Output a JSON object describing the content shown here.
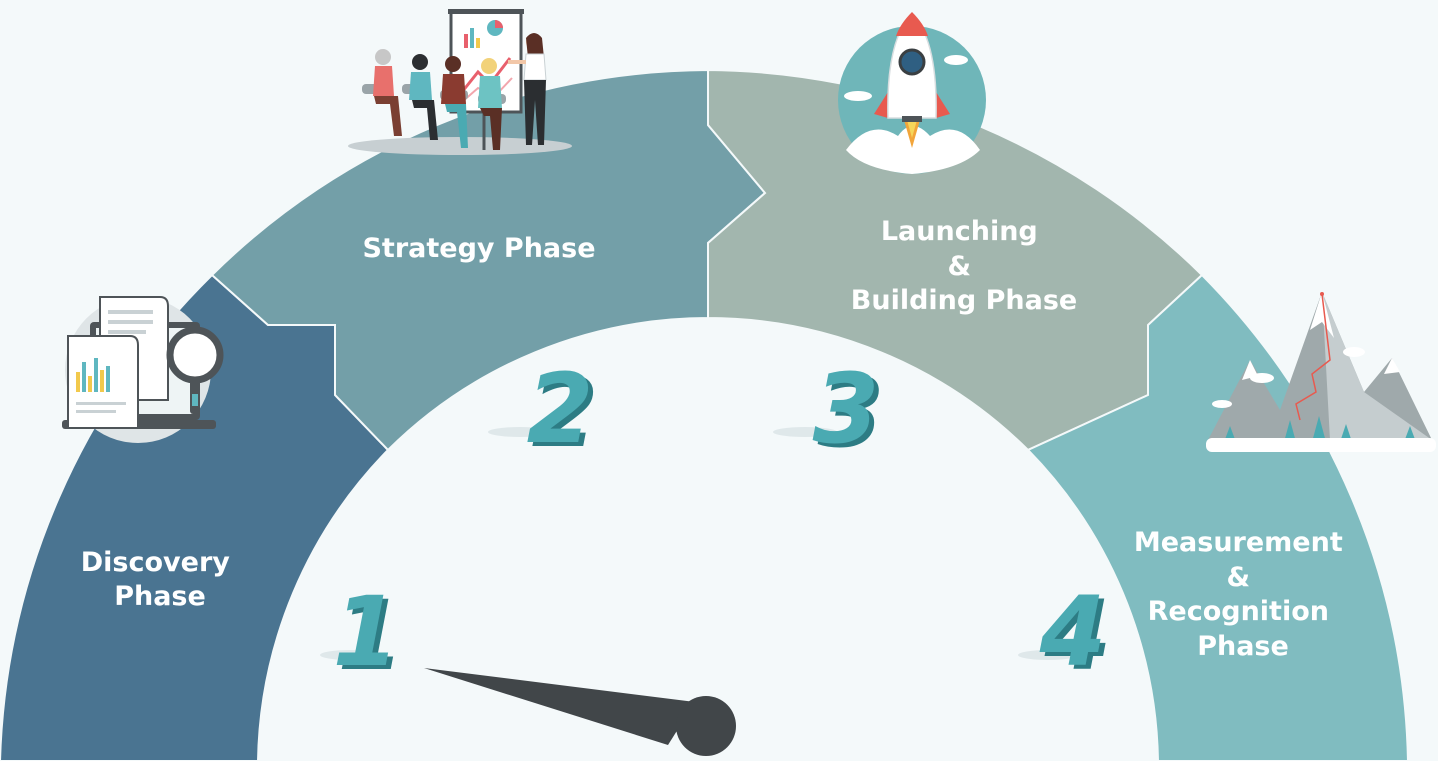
{
  "colors": {
    "background": "#f4f9fa",
    "discovery": "#4a7491",
    "strategy": "#739fa8",
    "launching": "#a2b6ae",
    "measurement": "#80bcc0",
    "number": "#3f9da6",
    "needle": "#414649"
  },
  "phases": [
    {
      "number": "1",
      "label_lines": [
        "Discovery",
        "Phase"
      ],
      "icon": "document-analytics-icon"
    },
    {
      "number": "2",
      "label_lines": [
        "Strategy Phase"
      ],
      "icon": "team-presentation-icon"
    },
    {
      "number": "3",
      "label_lines": [
        "Launching",
        "&",
        "Building Phase"
      ],
      "icon": "rocket-launch-icon"
    },
    {
      "number": "4",
      "label_lines": [
        "Measurement",
        "&",
        "Recognition",
        "Phase"
      ],
      "icon": "mountain-peak-icon"
    }
  ],
  "needle": {
    "points_to_phase": "1"
  }
}
